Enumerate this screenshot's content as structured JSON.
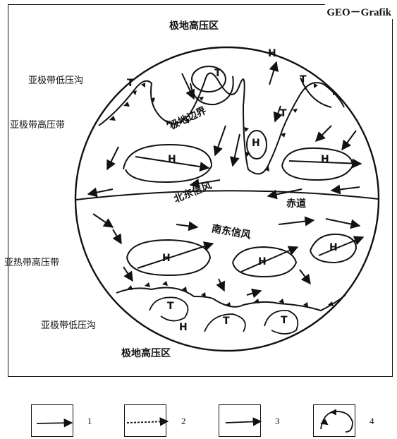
{
  "credit": "GEO－Grafik",
  "labels": {
    "top_polar_high": "极地高压区",
    "bottom_polar_high": "极地高压区",
    "polar_trough_north": "亚极带低压沟",
    "subpolar_high_north": "亚极带高压带",
    "polar_boundary": "极地边界",
    "ne_trades": "北东信风",
    "equator": "赤道",
    "se_trades": "南东信风",
    "subtropical_high": "亚热带高压带",
    "polar_trough_south": "亚极带低压沟"
  },
  "symbols": {
    "high": "H",
    "low": "T"
  },
  "legend": [
    {
      "num": "1",
      "icon": "arrow-in-box"
    },
    {
      "num": "2",
      "icon": "dashed-arrow-in-box"
    },
    {
      "num": "3",
      "icon": "short-arrow-in-box"
    },
    {
      "num": "4",
      "icon": "front-hook"
    }
  ]
}
